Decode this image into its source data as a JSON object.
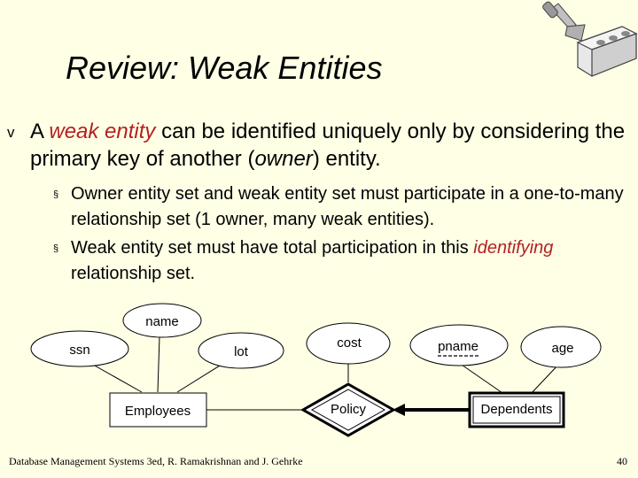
{
  "title": "Review: Weak Entities",
  "bullet_main": {
    "marker": "v",
    "part1": "A ",
    "weak_entity": "weak entity",
    "part2": " can be identified uniquely only by considering the primary key of another (",
    "owner": "owner",
    "part3": ") entity."
  },
  "sub_bullets": [
    {
      "marker": "§",
      "text": "Owner entity set and weak entity set must participate in a one-to-many relationship set (1 owner, many weak entities)."
    },
    {
      "marker": "§",
      "text_before": "Weak entity set must have total participation in this ",
      "identifying": "identifying",
      "text_after": " relationship set."
    }
  ],
  "diagram": {
    "attributes": {
      "name": "name",
      "ssn": "ssn",
      "lot": "lot",
      "cost": "cost",
      "pname": "pname",
      "age": "age"
    },
    "entities": {
      "employees": "Employees",
      "dependents": "Dependents"
    },
    "relationship": "Policy"
  },
  "footer": "Database Management Systems 3ed, R. Ramakrishnan and J. Gehrke",
  "page_number": "40",
  "colors": {
    "background": "#ffffe6",
    "accent": "#b22222"
  },
  "icons": [
    "trowel-and-brick-icon"
  ]
}
